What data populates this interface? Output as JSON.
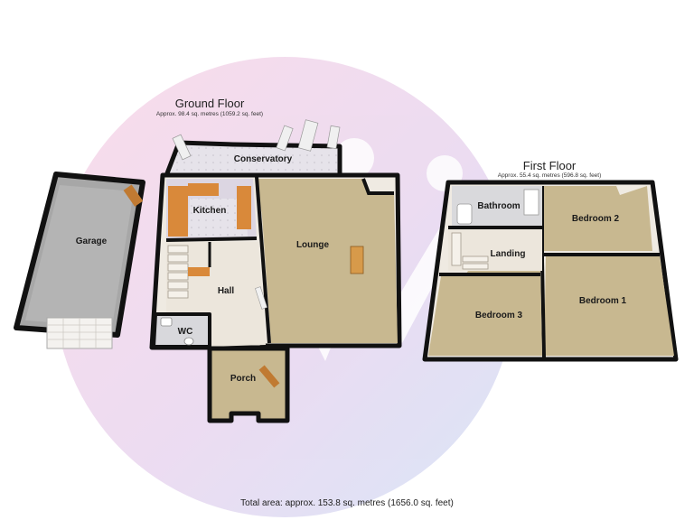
{
  "ground_floor": {
    "title": "Ground Floor",
    "area": "Approx. 98.4 sq. metres (1059.2 sq. feet)",
    "rooms": {
      "garage": "Garage",
      "conservatory": "Conservatory",
      "kitchen": "Kitchen",
      "lounge": "Lounge",
      "hall": "Hall",
      "wc": "WC",
      "porch": "Porch"
    }
  },
  "first_floor": {
    "title": "First Floor",
    "area": "Approx. 55.4 sq. metres (596.8 sq. feet)",
    "rooms": {
      "bathroom": "Bathroom",
      "bedroom_2": "Bedroom 2",
      "landing": "Landing",
      "bedroom_3": "Bedroom 3",
      "bedroom_1": "Bedroom 1"
    }
  },
  "total_area": "Total area: approx. 153.8 sq. metres (1656.0 sq. feet)",
  "colors": {
    "wall": "#111111",
    "carpet": "#c8b890",
    "kitchen_floor": "#e0dbe4",
    "conservatory_floor": "#e8e6ec",
    "garage_floor": "#a9a9a9",
    "bathroom_floor": "#d9d9dc",
    "worktop": "#d9893a",
    "watermark_pink": "#f6cfe0",
    "watermark_blue": "#cfdcf4"
  }
}
